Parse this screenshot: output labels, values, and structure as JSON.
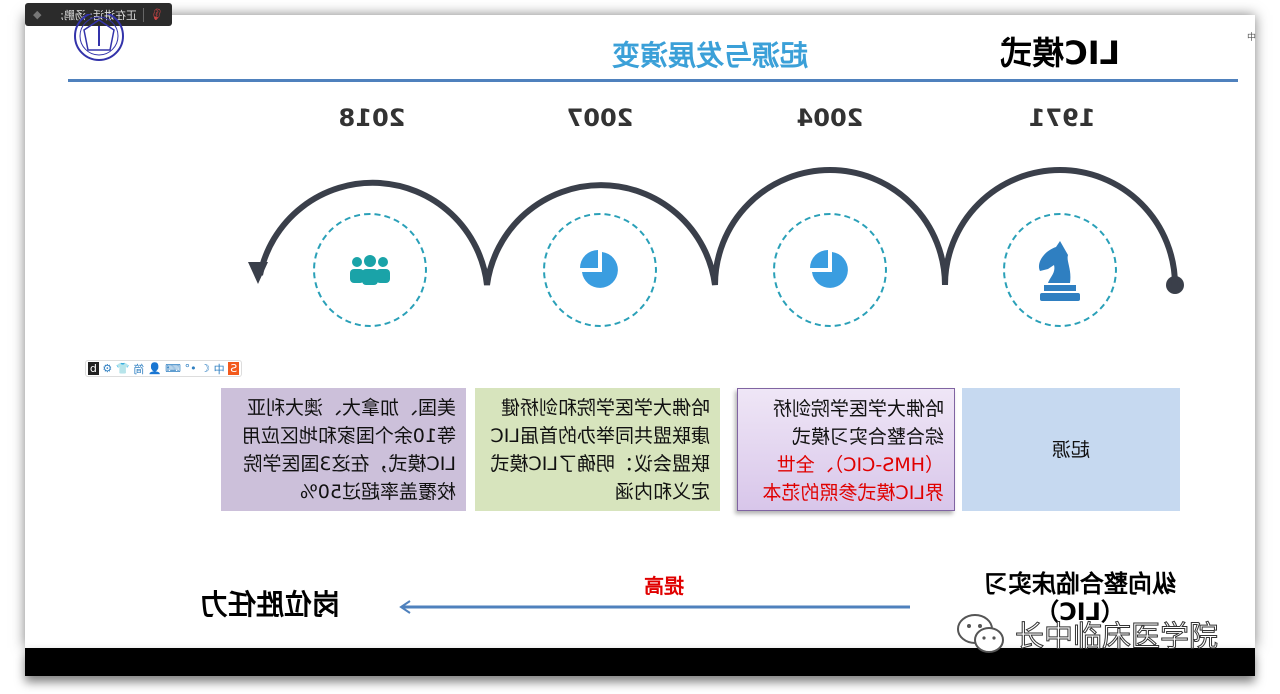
{
  "meeting_bar": {
    "speaking": "正在讲话: 汤鹏;"
  },
  "slide": {
    "title": "LIC模式",
    "subtitle": "起源与发展演变",
    "timeline": [
      {
        "year": "1971",
        "icon": "chess-knight-icon",
        "text": "起源"
      },
      {
        "year": "2004",
        "icon": "pie-chart-icon",
        "text_lines": [
          "哈佛大学医学院剑桥",
          "综合整合实习模式"
        ],
        "highlight_lines": [
          "（HMS-CIC）、全世",
          "界LIC模式参照的范本"
        ]
      },
      {
        "year": "2007",
        "icon": "pie-chart-icon",
        "text": "哈佛大学医学院和剑桥健康联盟共同举办的首届LIC联盟会议：明确了LIC模式定义和内涵"
      },
      {
        "year": "2018",
        "icon": "people-group-icon",
        "text": "美国、加拿大、澳大利亚等10余个国家和地区应用LIC模式，在这3国医学院校覆盖率超过50%"
      }
    ],
    "bottom": {
      "left": "纵向整合临床实习",
      "left_sub": "（LIC）",
      "arrow_label": "提高",
      "right": "岗位胜任力"
    }
  },
  "ime": {
    "lang": "中",
    "simplified": "简"
  },
  "corner_tag": "中",
  "watermark": "长中临床医学院",
  "colors": {
    "accent": "#3ba0d8",
    "rule": "#4f81bd",
    "red": "#e00000"
  }
}
